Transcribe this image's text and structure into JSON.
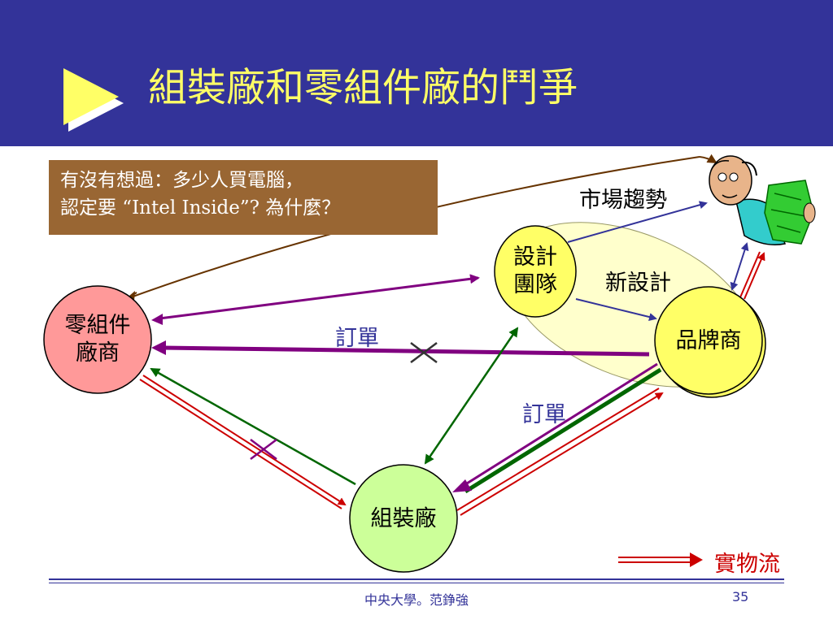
{
  "slide": {
    "title": "組裝廠和零組件廠的鬥爭",
    "callout": {
      "line1": "有沒有想過：多少人買電腦，",
      "line2": "認定要 “Intel Inside”? 為什麼？"
    }
  },
  "nodes": {
    "component": {
      "line1": "零組件",
      "line2": "廠商"
    },
    "design": {
      "line1": "設計",
      "line2": "團隊"
    },
    "brand": {
      "label": "品牌商"
    },
    "assembly": {
      "label": "組裝廠"
    }
  },
  "labels": {
    "market_trend": "市場趨勢",
    "new_design": "新設計",
    "order_top": "訂單",
    "order_bottom": "訂單",
    "legend_physical_flow": "實物流"
  },
  "footer": {
    "center": "中央大學。范錚強",
    "page_number": "35"
  },
  "colors": {
    "header_bg": "#333399",
    "title_text": "#ffff66",
    "callout_bg": "#996633",
    "component_node": "#ff9999",
    "design_node": "#ffff66",
    "brand_node": "#ffff66",
    "assembly_node": "#ccff99",
    "ellipse_fill": "#ffffcc",
    "red_flow": "#cc0000",
    "purple_flow": "#800080",
    "green_flow": "#006600",
    "blue_flow": "#333399",
    "brown_flow": "#663300"
  },
  "icons": {
    "header_bullet": "triangle-bullet-icon",
    "customer": "customer-with-money-icon",
    "cross": "cross-mark-icon"
  }
}
